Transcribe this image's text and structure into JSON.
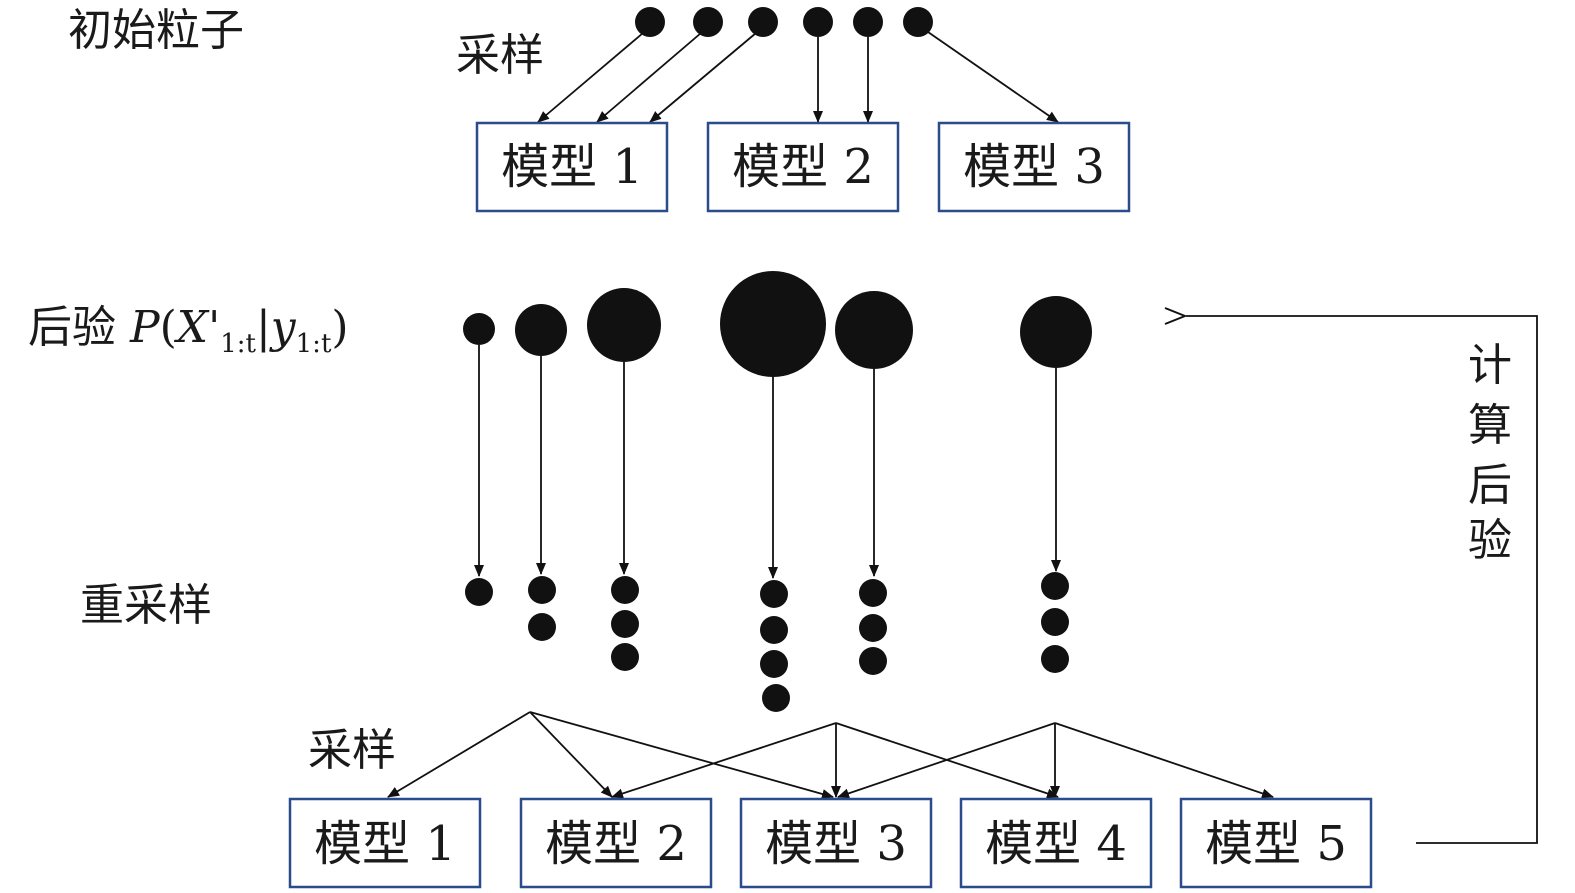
{
  "labels": {
    "initial_particles": "初始粒子",
    "sampling_top": "采样",
    "posterior_prefix": "后验 ",
    "posterior_p": "P",
    "posterior_open": "(",
    "posterior_x": "X'",
    "posterior_sub1": "1:t",
    "posterior_bar": "|",
    "posterior_y": "y",
    "posterior_sub2": "1:t",
    "posterior_close": ")",
    "resampling": "重采样",
    "sampling_bottom": "采样",
    "compute_posterior": [
      "计",
      "算",
      "后",
      "验"
    ]
  },
  "top_models": [
    "模型 1",
    "模型 2",
    "模型 3"
  ],
  "bottom_models": [
    "模型 1",
    "模型 2",
    "模型 3",
    "模型 4",
    "模型 5"
  ]
}
